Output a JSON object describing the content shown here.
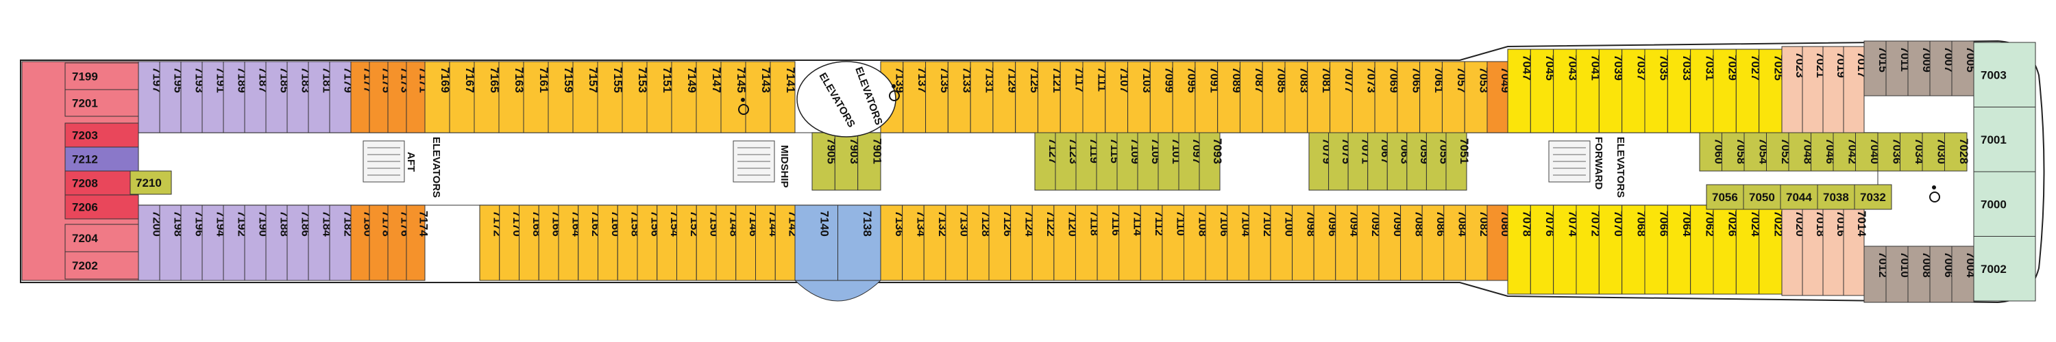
{
  "deck": {
    "labels": {
      "aft": "AFT",
      "midship": "MIDSHIP",
      "forward": "FORWARD",
      "elevators": "ELEVATORS"
    },
    "colors": {
      "red": "#e9475b",
      "pink": "#f07a86",
      "purple": "#bfaee0",
      "orange": "#f5922b",
      "gold": "#fbc330",
      "yellow": "#fbe40a",
      "olive": "#c5c74a",
      "peach": "#f7c7ad",
      "taupe": "#b0a095",
      "mint": "#cde8d5",
      "blue": "#93b5e3",
      "violet": "#8a78c9"
    },
    "rows": {
      "aft_top": [
        "7199",
        "7201"
      ],
      "aft_mid": [
        "7203",
        "7212",
        "7208",
        "7206"
      ],
      "aft_bot": [
        "7204",
        "7202"
      ],
      "purple_top": [
        "7197",
        "7195",
        "7193",
        "7191",
        "7189",
        "7187",
        "7185",
        "7183",
        "7181",
        "7179"
      ],
      "purple_bot": [
        "7200",
        "7198",
        "7196",
        "7194",
        "7192",
        "7190",
        "7188",
        "7186",
        "7184",
        "7182"
      ],
      "orange_top": [
        "7177",
        "7175",
        "7173",
        "7171"
      ],
      "orange_bot": [
        "7180",
        "7178",
        "7176",
        "7174"
      ],
      "gold_top_a": [
        "7169",
        "7167",
        "7165",
        "7163",
        "7161",
        "7159",
        "7157",
        "7155",
        "7153",
        "7151",
        "7149",
        "7147",
        "7145",
        "7143",
        "7141"
      ],
      "gold_bot_a": [
        "7172",
        "7170",
        "7168",
        "7166",
        "7164",
        "7162",
        "7160",
        "7158",
        "7156",
        "7154",
        "7152",
        "7150",
        "7148",
        "7146",
        "7144",
        "7142"
      ],
      "gold_top_b": [
        "7139",
        "7137",
        "7135",
        "7133",
        "7131",
        "7129",
        "7125",
        "7121",
        "7117",
        "7111",
        "7107",
        "7103",
        "7099",
        "7095",
        "7091",
        "7089",
        "7087",
        "7085",
        "7083",
        "7081",
        "7077",
        "7073",
        "7069",
        "7065",
        "7061",
        "7057",
        "7053"
      ],
      "gold_bot_b": [
        "7136",
        "7134",
        "7132",
        "7130",
        "7128",
        "7126",
        "7124",
        "7122",
        "7120",
        "7118",
        "7116",
        "7114",
        "7112",
        "7110",
        "7108",
        "7106",
        "7104",
        "7102",
        "7100",
        "7098",
        "7096",
        "7094",
        "7092",
        "7090",
        "7088",
        "7086",
        "7084",
        "7082"
      ],
      "midship_inner": [
        "7905",
        "7903",
        "7901"
      ],
      "olive_inner_a": [
        "7127",
        "7123",
        "7119",
        "7115",
        "7109",
        "7105",
        "7101",
        "7097",
        "7093"
      ],
      "olive_inner_b": [
        "7079",
        "7075",
        "7071",
        "7067",
        "7063",
        "7059",
        "7055"
      ],
      "inner_extra": [
        "7051"
      ],
      "orange_end_top": [
        "7049"
      ],
      "orange_end_bot": [
        "7080"
      ],
      "yellow_top": [
        "7047",
        "7045",
        "7043",
        "7041",
        "7039",
        "7037",
        "7035",
        "7033",
        "7031",
        "7029",
        "7027",
        "7025"
      ],
      "yellow_bot": [
        "7078",
        "7076",
        "7074",
        "7072",
        "7070",
        "7068",
        "7066",
        "7064",
        "7062",
        "7026",
        "7024",
        "7022"
      ],
      "peach_top": [
        "7023",
        "7021",
        "7019",
        "7017"
      ],
      "peach_bot": [
        "7020",
        "7018",
        "7016",
        "7014"
      ],
      "taupe_top": [
        "7015",
        "7011",
        "7009",
        "7007",
        "7005"
      ],
      "taupe_bot": [
        "7012",
        "7010",
        "7008",
        "7006",
        "7004"
      ],
      "mint_edge": [
        "7003",
        "7001",
        "7000",
        "7002"
      ],
      "fwd_inner_top": [
        "7060",
        "7058",
        "7054",
        "7052",
        "7048",
        "7046",
        "7042",
        "7040",
        "7036",
        "7034",
        "7030",
        "7028"
      ],
      "fwd_inner_bot": [
        "7056",
        "7050",
        "7044",
        "7038",
        "7032"
      ],
      "blue_bulge": [
        "7140",
        "7138"
      ],
      "side_small": [
        "7210"
      ]
    }
  }
}
